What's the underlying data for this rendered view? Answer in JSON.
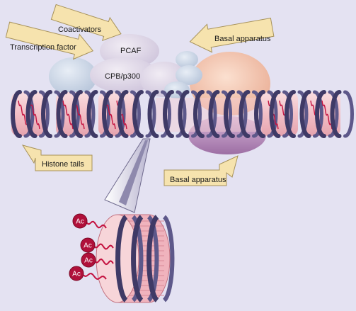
{
  "figure": {
    "background": "#e4e2f2",
    "colors": {
      "coil": "#3f3a66",
      "histone_tail": "#c4113f",
      "nucleosome": "#f2c0c6",
      "protein_lavender": "#ddd5e6",
      "protein_blue": "#c9d4e4",
      "basal_peach": "#f5c7ac",
      "basal_purple": "#b98dbc",
      "arrow": "#f6e3ae",
      "ac_badge": "#b0103a"
    },
    "labels": {
      "coactivators": "Coactivators",
      "transcription_factor": "Transcription factor",
      "basal_apparatus_top": "Basal apparatus",
      "basal_apparatus_bottom": "Basal apparatus",
      "histone_tails": "Histone tails",
      "pcaf": "PCAF",
      "cpb_p300": "CPB/p300"
    },
    "ac_badges": [
      "Ac",
      "Ac",
      "Ac",
      "Ac"
    ]
  }
}
